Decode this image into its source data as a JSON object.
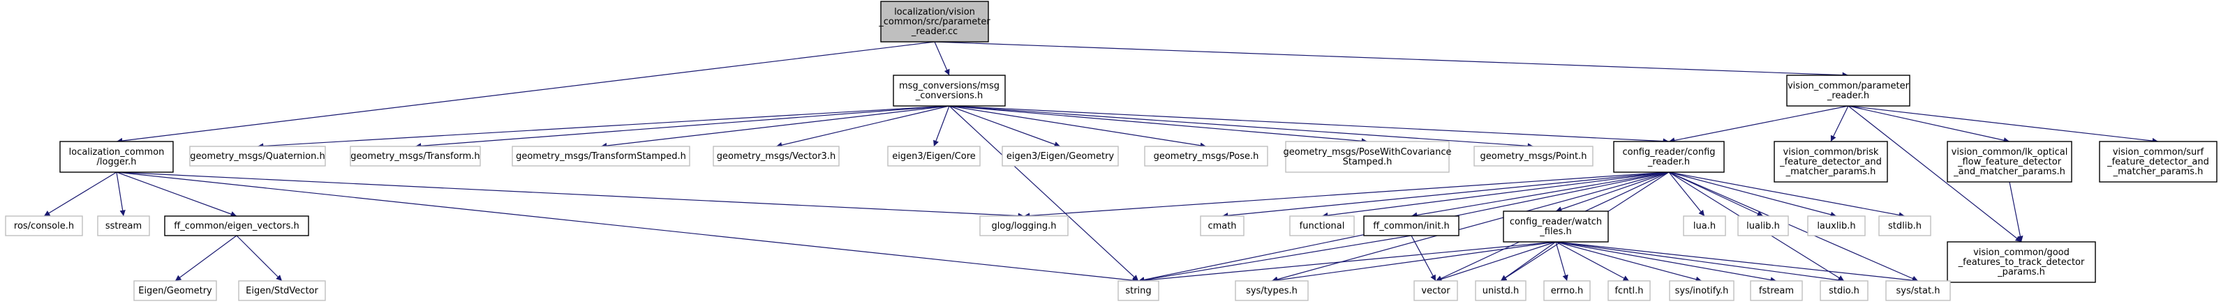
{
  "colors": {
    "edge": "#191970",
    "root_fill": "#bfbfbf",
    "main_border": "#000000",
    "external_border": "#bfbfbf",
    "background": "#ffffff"
  },
  "nodes": [
    {
      "id": "root",
      "kind": "root",
      "lines": [
        "localization/vision",
        "_common/src/parameter",
        "_reader.cc"
      ]
    },
    {
      "id": "msg_conversions",
      "kind": "main",
      "lines": [
        "msg_conversions/msg",
        "_conversions.h"
      ]
    },
    {
      "id": "parameter_reader",
      "kind": "main",
      "lines": [
        "vision_common/parameter",
        "_reader.h"
      ]
    },
    {
      "id": "logger",
      "kind": "main",
      "lines": [
        "localization_common",
        "/logger.h"
      ]
    },
    {
      "id": "quaternion",
      "kind": "ext",
      "lines": [
        "geometry_msgs/Quaternion.h"
      ]
    },
    {
      "id": "transform",
      "kind": "ext",
      "lines": [
        "geometry_msgs/Transform.h"
      ]
    },
    {
      "id": "transform_stamped",
      "kind": "ext",
      "lines": [
        "geometry_msgs/TransformStamped.h"
      ]
    },
    {
      "id": "vector3",
      "kind": "ext",
      "lines": [
        "geometry_msgs/Vector3.h"
      ]
    },
    {
      "id": "eigen_core",
      "kind": "ext",
      "lines": [
        "eigen3/Eigen/Core"
      ]
    },
    {
      "id": "eigen_geometry3",
      "kind": "ext",
      "lines": [
        "eigen3/Eigen/Geometry"
      ]
    },
    {
      "id": "pose",
      "kind": "ext",
      "lines": [
        "geometry_msgs/Pose.h"
      ]
    },
    {
      "id": "pose_cov",
      "kind": "ext",
      "lines": [
        "geometry_msgs/PoseWithCovariance",
        "Stamped.h"
      ]
    },
    {
      "id": "point",
      "kind": "ext",
      "lines": [
        "geometry_msgs/Point.h"
      ]
    },
    {
      "id": "config_reader",
      "kind": "main",
      "lines": [
        "config_reader/config",
        "_reader.h"
      ]
    },
    {
      "id": "brisk",
      "kind": "main",
      "lines": [
        "vision_common/brisk",
        "_feature_detector_and",
        "_matcher_params.h"
      ]
    },
    {
      "id": "lk_optical",
      "kind": "main",
      "lines": [
        "vision_common/lk_optical",
        "_flow_feature_detector",
        "_and_matcher_params.h"
      ]
    },
    {
      "id": "surf",
      "kind": "main",
      "lines": [
        "vision_common/surf",
        "_feature_detector_and",
        "_matcher_params.h"
      ]
    },
    {
      "id": "good_features",
      "kind": "main",
      "lines": [
        "vision_common/good",
        "_features_to_track_detector",
        "_params.h"
      ]
    },
    {
      "id": "ros_console",
      "kind": "ext",
      "lines": [
        "ros/console.h"
      ]
    },
    {
      "id": "sstream",
      "kind": "ext",
      "lines": [
        "sstream"
      ]
    },
    {
      "id": "eigen_vectors",
      "kind": "main",
      "lines": [
        "ff_common/eigen_vectors.h"
      ]
    },
    {
      "id": "glog",
      "kind": "ext",
      "lines": [
        "glog/logging.h"
      ]
    },
    {
      "id": "cmath",
      "kind": "ext",
      "lines": [
        "cmath"
      ]
    },
    {
      "id": "functional",
      "kind": "ext",
      "lines": [
        "functional"
      ]
    },
    {
      "id": "init",
      "kind": "main",
      "lines": [
        "ff_common/init.h"
      ]
    },
    {
      "id": "watch_files",
      "kind": "main",
      "lines": [
        "config_reader/watch",
        "_files.h"
      ]
    },
    {
      "id": "lua",
      "kind": "ext",
      "lines": [
        "lua.h"
      ]
    },
    {
      "id": "lualib",
      "kind": "ext",
      "lines": [
        "lualib.h"
      ]
    },
    {
      "id": "lauxlib",
      "kind": "ext",
      "lines": [
        "lauxlib.h"
      ]
    },
    {
      "id": "stdlib",
      "kind": "ext",
      "lines": [
        "stdlib.h"
      ]
    },
    {
      "id": "eigen_geometry",
      "kind": "ext",
      "lines": [
        "Eigen/Geometry"
      ]
    },
    {
      "id": "eigen_stdvector",
      "kind": "ext",
      "lines": [
        "Eigen/StdVector"
      ]
    },
    {
      "id": "string",
      "kind": "ext",
      "lines": [
        "string"
      ]
    },
    {
      "id": "sys_types",
      "kind": "ext",
      "lines": [
        "sys/types.h"
      ]
    },
    {
      "id": "vector",
      "kind": "ext",
      "lines": [
        "vector"
      ]
    },
    {
      "id": "unistd",
      "kind": "ext",
      "lines": [
        "unistd.h"
      ]
    },
    {
      "id": "errno",
      "kind": "ext",
      "lines": [
        "errno.h"
      ]
    },
    {
      "id": "fcntl",
      "kind": "ext",
      "lines": [
        "fcntl.h"
      ]
    },
    {
      "id": "sys_inotify",
      "kind": "ext",
      "lines": [
        "sys/inotify.h"
      ]
    },
    {
      "id": "fstream",
      "kind": "ext",
      "lines": [
        "fstream"
      ]
    },
    {
      "id": "stdio",
      "kind": "ext",
      "lines": [
        "stdio.h"
      ]
    },
    {
      "id": "sys_stat",
      "kind": "ext",
      "lines": [
        "sys/stat.h"
      ]
    }
  ],
  "edges": [
    [
      "root",
      "msg_conversions"
    ],
    [
      "root",
      "parameter_reader"
    ],
    [
      "root",
      "logger"
    ],
    [
      "msg_conversions",
      "quaternion"
    ],
    [
      "msg_conversions",
      "transform"
    ],
    [
      "msg_conversions",
      "transform_stamped"
    ],
    [
      "msg_conversions",
      "vector3"
    ],
    [
      "msg_conversions",
      "eigen_core"
    ],
    [
      "msg_conversions",
      "eigen_geometry3"
    ],
    [
      "msg_conversions",
      "pose"
    ],
    [
      "msg_conversions",
      "pose_cov"
    ],
    [
      "msg_conversions",
      "point"
    ],
    [
      "msg_conversions",
      "config_reader"
    ],
    [
      "msg_conversions",
      "string"
    ],
    [
      "parameter_reader",
      "config_reader"
    ],
    [
      "parameter_reader",
      "brisk"
    ],
    [
      "parameter_reader",
      "lk_optical"
    ],
    [
      "parameter_reader",
      "surf"
    ],
    [
      "parameter_reader",
      "good_features"
    ],
    [
      "lk_optical",
      "good_features"
    ],
    [
      "logger",
      "ros_console"
    ],
    [
      "logger",
      "sstream"
    ],
    [
      "logger",
      "eigen_vectors"
    ],
    [
      "logger",
      "glog"
    ],
    [
      "logger",
      "string"
    ],
    [
      "eigen_vectors",
      "eigen_geometry"
    ],
    [
      "eigen_vectors",
      "eigen_stdvector"
    ],
    [
      "config_reader",
      "glog"
    ],
    [
      "config_reader",
      "cmath"
    ],
    [
      "config_reader",
      "functional"
    ],
    [
      "config_reader",
      "init"
    ],
    [
      "config_reader",
      "watch_files"
    ],
    [
      "config_reader",
      "lua"
    ],
    [
      "config_reader",
      "lualib"
    ],
    [
      "config_reader",
      "lauxlib"
    ],
    [
      "config_reader",
      "stdlib"
    ],
    [
      "config_reader",
      "string"
    ],
    [
      "config_reader",
      "sys_types"
    ],
    [
      "config_reader",
      "vector"
    ],
    [
      "config_reader",
      "unistd"
    ],
    [
      "config_reader",
      "stdio"
    ],
    [
      "config_reader",
      "sys_stat"
    ],
    [
      "init",
      "string"
    ],
    [
      "init",
      "vector"
    ],
    [
      "watch_files",
      "string"
    ],
    [
      "watch_files",
      "sys_types"
    ],
    [
      "watch_files",
      "vector"
    ],
    [
      "watch_files",
      "unistd"
    ],
    [
      "watch_files",
      "errno"
    ],
    [
      "watch_files",
      "fcntl"
    ],
    [
      "watch_files",
      "sys_inotify"
    ],
    [
      "watch_files",
      "fstream"
    ],
    [
      "watch_files",
      "stdio"
    ],
    [
      "watch_files",
      "sys_stat"
    ]
  ]
}
